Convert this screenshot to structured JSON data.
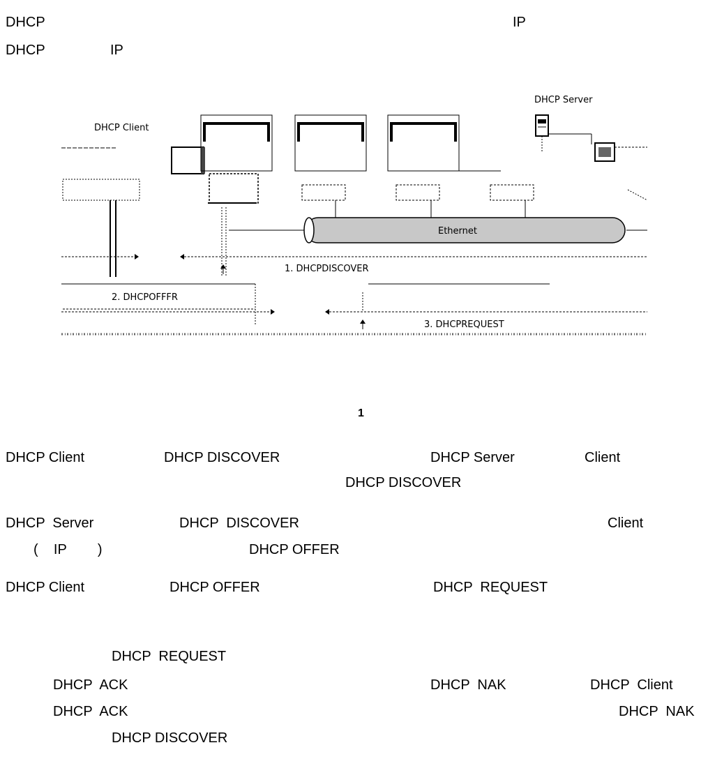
{
  "intro": {
    "line1_left": "DHCP",
    "line1_right": "IP",
    "line2_a": "DHCP",
    "line2_b": "IP"
  },
  "figure": {
    "caption": "1",
    "server_label": "DHCP Server",
    "client_label": "DHCP Client",
    "ethernet_label": "Ethernet",
    "msg_discover": "1. DHCPDISCOVER",
    "msg_offer": "2. DHCPOFFFR",
    "msg_request": "3. DHCPREQUEST"
  },
  "steps": [
    {
      "p1_a": "DHCP Client",
      "p1_b": "DHCP DISCOVER",
      "p1_c": "DHCP Server",
      "p1_d": "Client",
      "p1_line2": "DHCP DISCOVER"
    },
    {
      "p2_a": "DHCP  Server",
      "p2_b": "DHCP  DISCOVER",
      "p2_c": "Client",
      "p2_d": "(    IP        )",
      "p2_e": "DHCP OFFER"
    },
    {
      "p3_a": "DHCP Client",
      "p3_b": "DHCP OFFER",
      "p3_c": "DHCP  REQUEST"
    },
    {
      "p4_a": "DHCP  REQUEST",
      "p4_b": "DHCP  ACK",
      "p4_c": "DHCP  NAK",
      "p4_d": "DHCP  Client",
      "p4_e": "DHCP  ACK",
      "p4_f": "DHCP  NAK",
      "p4_g": "DHCP DISCOVER"
    }
  ]
}
